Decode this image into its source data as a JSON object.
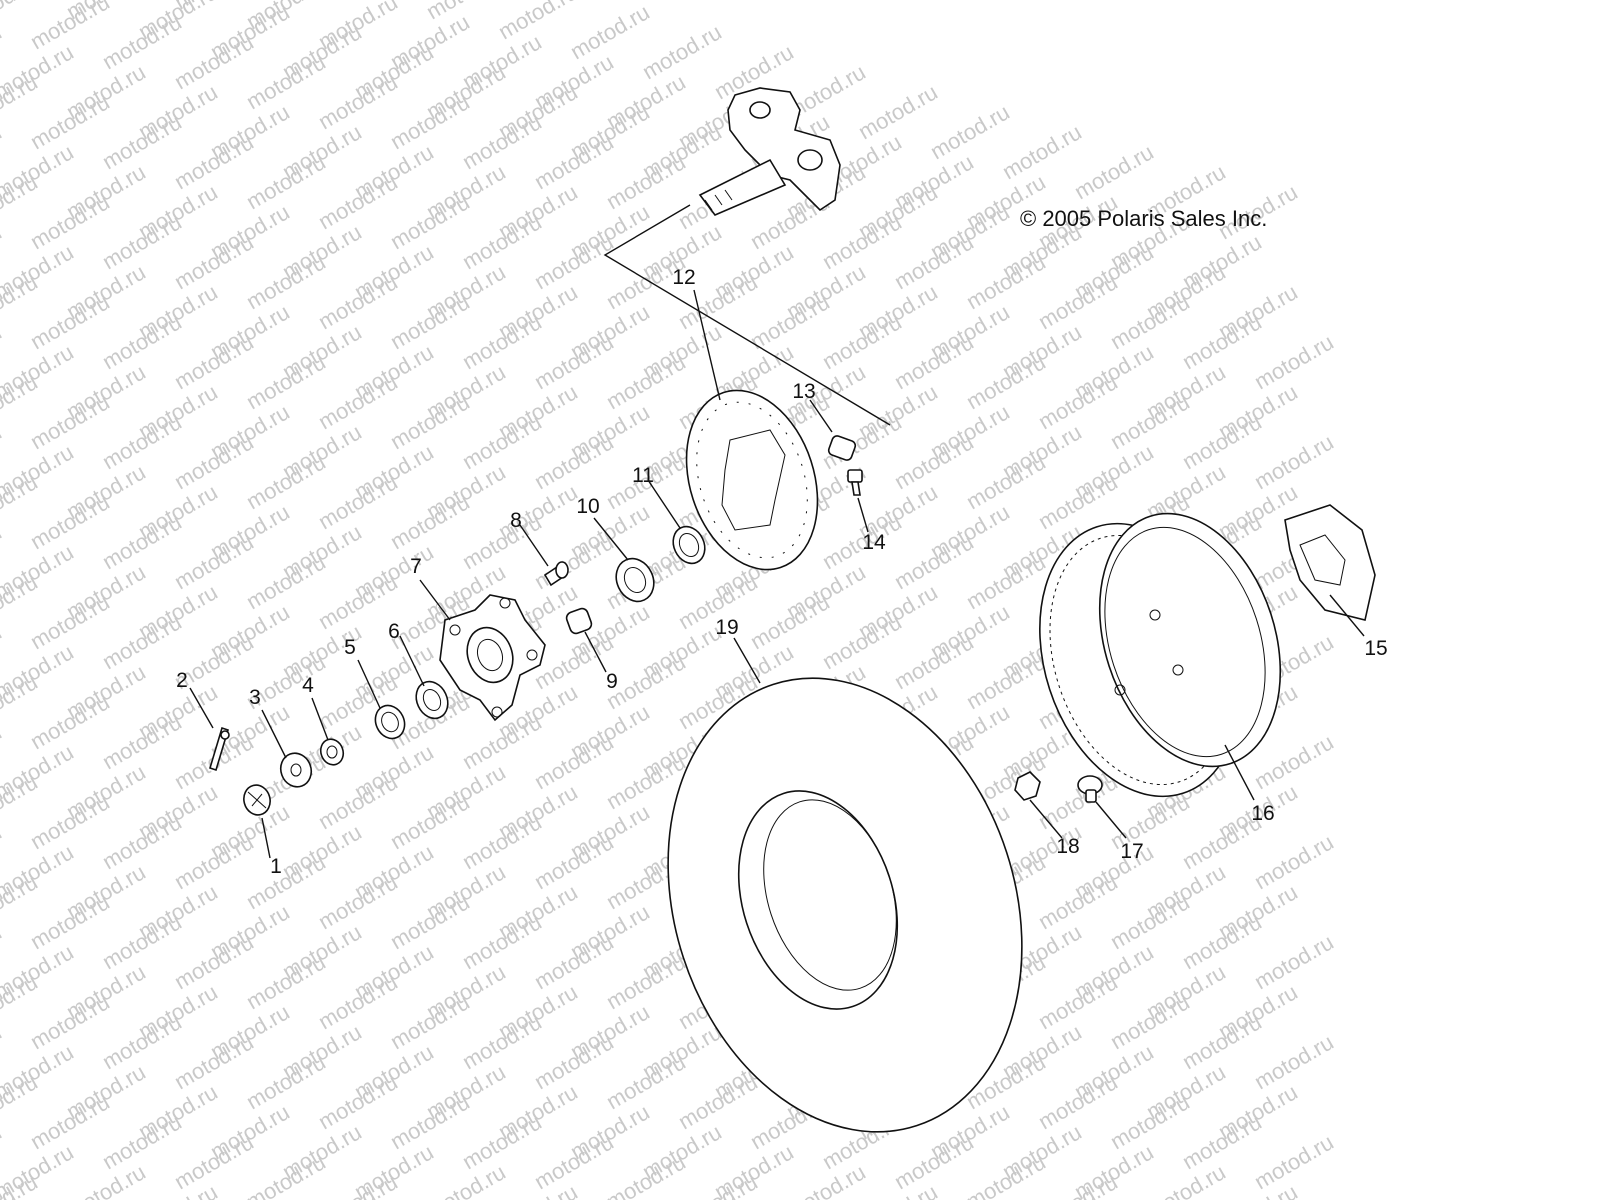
{
  "diagram": {
    "copyright": "© 2005 Polaris Sales Inc.",
    "watermark_text": "motod.ru",
    "callouts": [
      "1",
      "2",
      "3",
      "4",
      "5",
      "6",
      "7",
      "8",
      "9",
      "10",
      "11",
      "12",
      "13",
      "14",
      "15",
      "16",
      "17",
      "18",
      "19"
    ]
  }
}
